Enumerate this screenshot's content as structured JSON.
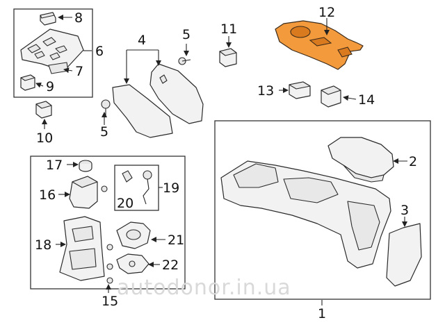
{
  "labels": {
    "p1": "1",
    "p2": "2",
    "p3": "3",
    "p4": "4",
    "p5a": "5",
    "p5b": "5",
    "p6": "6",
    "p7": "7",
    "p8": "8",
    "p9": "9",
    "p10": "10",
    "p11": "11",
    "p12": "12",
    "p13": "13",
    "p14": "14",
    "p15": "15",
    "p16": "16",
    "p17": "17",
    "p18": "18",
    "p19": "19",
    "p20": "20",
    "p21": "21",
    "p22": "22"
  },
  "watermark": "autodonor.in.ua",
  "colors": {
    "highlight": "#f39a3c",
    "line": "#222222",
    "part_fill": "#f2f2f2"
  }
}
